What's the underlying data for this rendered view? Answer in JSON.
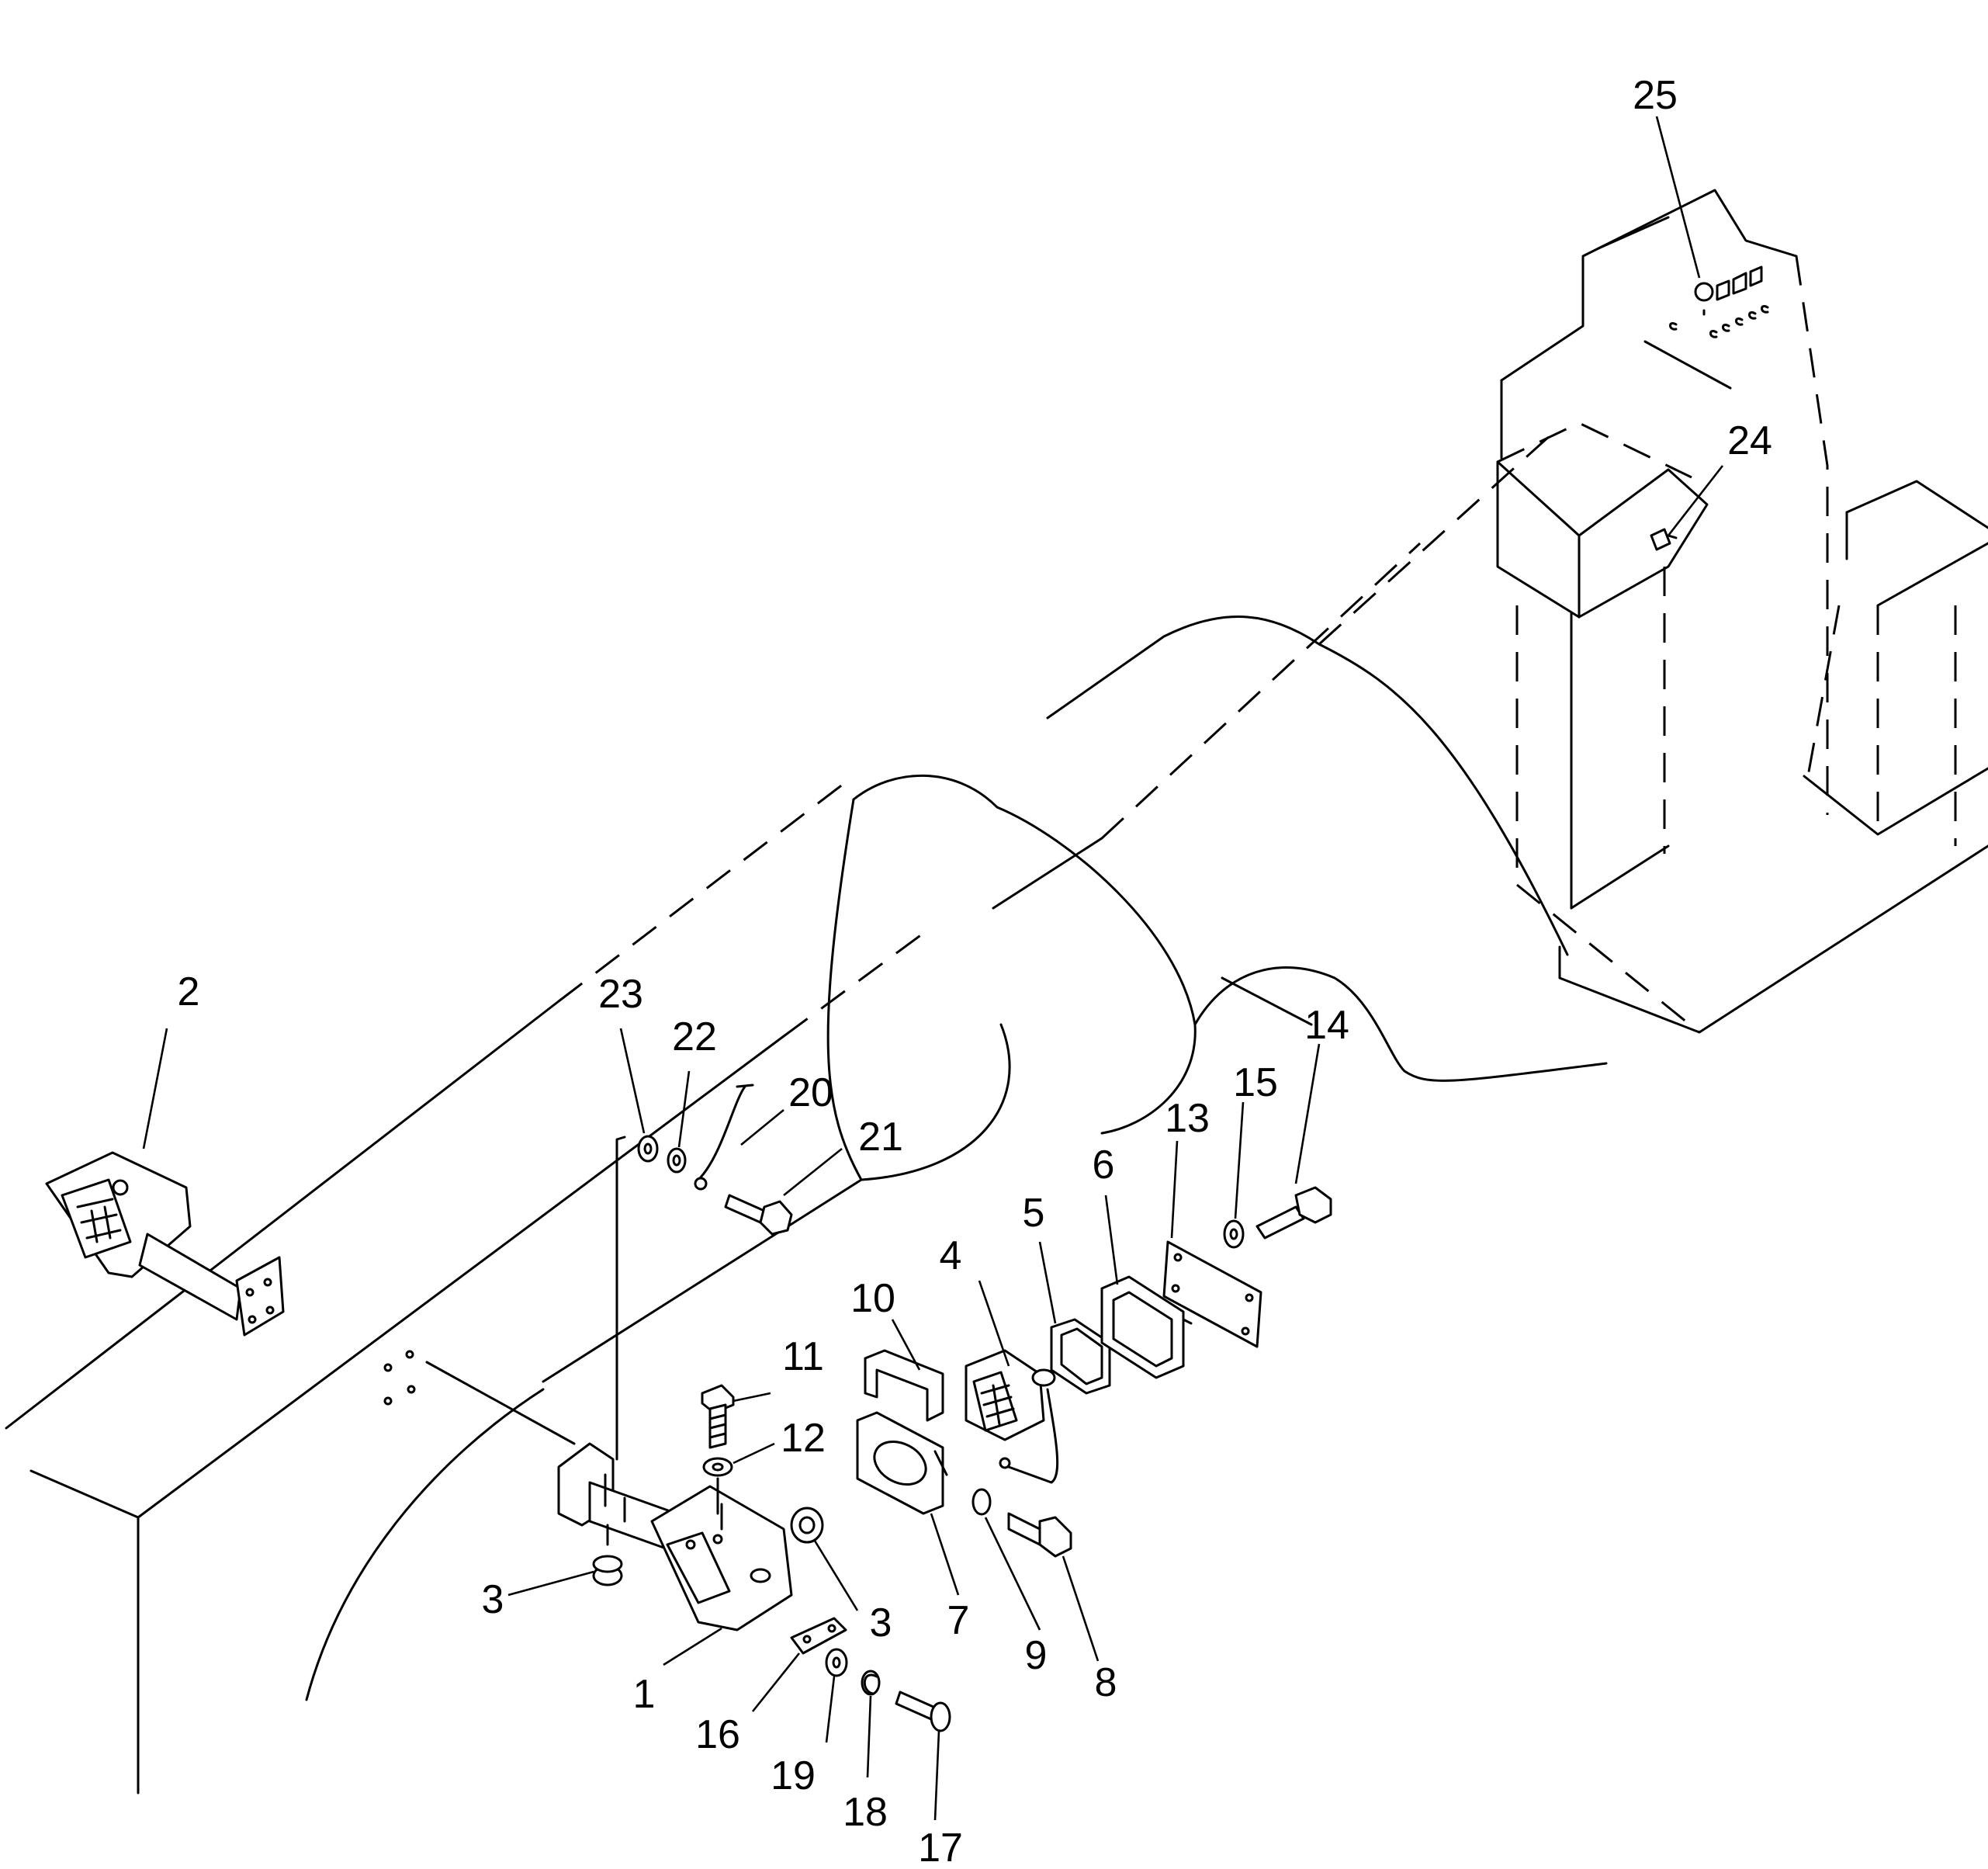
{
  "callouts": {
    "c1": "1",
    "c2": "2",
    "c3a": "3",
    "c3b": "3",
    "c4": "4",
    "c5": "5",
    "c6": "6",
    "c7": "7",
    "c8": "8",
    "c9": "9",
    "c10": "10",
    "c11": "11",
    "c12": "12",
    "c13": "13",
    "c14": "14",
    "c15": "15",
    "c16": "16",
    "c17": "17",
    "c18": "18",
    "c19": "19",
    "c20": "20",
    "c21": "21",
    "c22": "22",
    "c23": "23",
    "c24": "24",
    "c25": "25"
  }
}
